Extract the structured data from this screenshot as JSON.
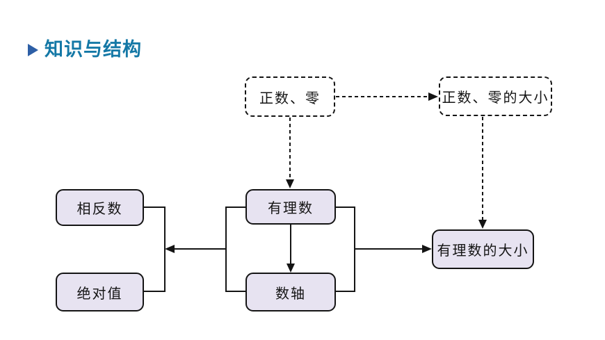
{
  "header": {
    "title": "知识与结构",
    "title_color": "#1478a6",
    "bullet_icon": "triangle-right-icon",
    "bullet_color": "#2d5fa6"
  },
  "diagram": {
    "node_fill": "#e7e3f1",
    "node_border_color": "#141414",
    "nodes": [
      {
        "id": "zhengshu-ling",
        "label": "正数、零",
        "style": "dashed"
      },
      {
        "id": "zhengshu-ling-daxiao",
        "label": "正数、零的大小",
        "style": "dashed"
      },
      {
        "id": "xiangfanshu",
        "label": "相反数",
        "style": "solid"
      },
      {
        "id": "juéduizhi",
        "label": "绝对值",
        "style": "solid"
      },
      {
        "id": "youlishu",
        "label": "有理数",
        "style": "solid"
      },
      {
        "id": "shuzhou",
        "label": "数轴",
        "style": "solid"
      },
      {
        "id": "youlishu-daxiao",
        "label": "有理数的大小",
        "style": "solid"
      }
    ],
    "edges": [
      {
        "from": "正数、零",
        "to": "正数、零的大小",
        "style": "dashed",
        "direction": "right"
      },
      {
        "from": "正数、零",
        "to": "有理数",
        "style": "dashed",
        "direction": "down"
      },
      {
        "from": "正数、零的大小",
        "to": "有理数的大小",
        "style": "dashed",
        "direction": "down"
      },
      {
        "from": "有理数",
        "to": "数轴",
        "style": "solid",
        "direction": "down"
      },
      {
        "from": "有理数 + 数轴",
        "to": "相反数 + 绝对值",
        "style": "solid",
        "direction": "left"
      },
      {
        "from": "有理数 + 数轴",
        "to": "有理数的大小",
        "style": "solid",
        "direction": "right"
      }
    ]
  }
}
